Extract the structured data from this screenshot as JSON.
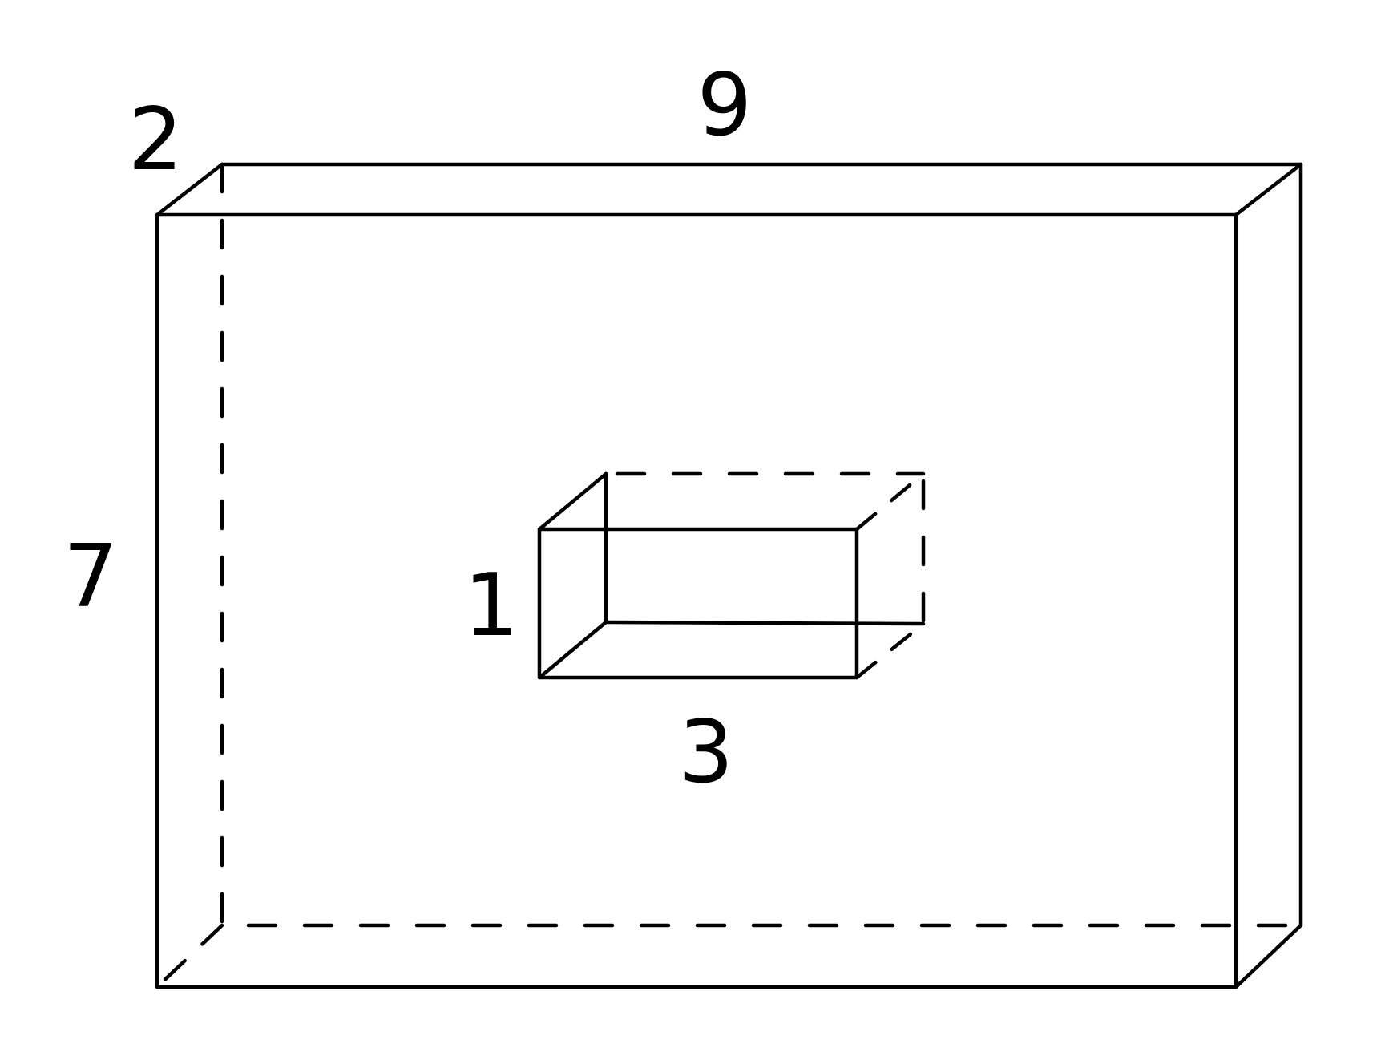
{
  "diagram": {
    "large_box": {
      "length_label": "9",
      "depth_label": "2",
      "height_label": "7"
    },
    "small_box": {
      "length_label": "3",
      "height_label": "1"
    }
  },
  "colors": {
    "line": "#000000",
    "background": "#ffffff"
  }
}
